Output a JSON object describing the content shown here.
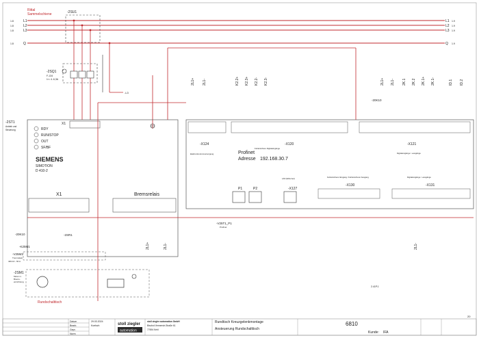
{
  "busbar": {
    "title1": "Rittal",
    "title2": "Sammelschiene",
    "l1": "L1",
    "l2": "L2",
    "l3": "L3",
    "q": "Q",
    "ref_left": "1.8",
    "ref_right": "1.9"
  },
  "q1": {
    "tag": "-2SU1"
  },
  "q2": {
    "tag": "-2SQ1",
    "spec1": "F-134",
    "spec2": "I>= 4..6,3A",
    "l3_ref": "-L3"
  },
  "drive": {
    "tag": "-2ST1",
    "sub1": "Antrieb und",
    "sub2": "Steuerung",
    "x1_top": "X1",
    "leds": [
      "RDY",
      "RUN/STOP",
      "OUT",
      "SF/BF"
    ],
    "brand": "SIEMENS",
    "model1": "SIMOTION",
    "model2": "D 410-2",
    "x1_bottom": "X1",
    "bremsrelais": "Bremsrelais"
  },
  "terminals": {
    "x124": "-X124",
    "x124_sub": "Elektronik-stromversorgung",
    "x120": "-X120",
    "x120_sub": "Fehlersichere Digitaleingänge",
    "x121": "-X121",
    "x121_sub": "Digitaleingänge / -ausgänge",
    "x130": "-X130",
    "x130_sub": "Fehlersicherer Eingang / Fehlersicherer Ausgang",
    "x131": "-X131",
    "x131_sub": "Digitaleingänge / -ausgänge",
    "x127": "-X127",
    "x127_sub": "LAN (Ethernet)",
    "p1": "P1",
    "p2": "P2"
  },
  "profinet": {
    "label1": "Profinet",
    "label2": "Adresse",
    "address": "192.168.30.7"
  },
  "signals_top": [
    "2L1+",
    "2L1-",
    "K2.2+",
    "K2.3+",
    "K2.2-",
    "K2.3-",
    "2L1+",
    "2L1-",
    "2K.1",
    "2K.2",
    "2K.1+",
    "2K.1-",
    "ID.1",
    "ID.2"
  ],
  "signals_bottom": [
    "2L1+",
    "2L1-",
    "2L1-"
  ],
  "k10_top": "-20K10",
  "lower": {
    "k10": "-20K10",
    "k25m1": "-K25M1",
    "r1": "-2SR1",
    "v25m1": "-V25M1",
    "v25m1_spec1": "Trennrelais",
    "v25m1_spec2": "400-10 - 60 A",
    "m1": "-2SM1",
    "m1_spec1": "Motor m.",
    "m1_spec2": "Brems-",
    "m1_spec3": "einrichtung",
    "rundschalttisch": "Rundschalttisch",
    "v25t1": "-V25T1_P1",
    "v25t1_sub": "Profinet",
    "port_note": "2.41P.1"
  },
  "titleblock": {
    "datum_lbl": "Datum",
    "datum": "29.03.2024",
    "bearb_lbl": "Bearb.",
    "bearb": "Koelsch",
    "gepr_lbl": "Gepr.",
    "norm_lbl": "Norm",
    "company_line1": "stoll ziegler automation GmbH",
    "company_line2": "Bischof-Vennerstr-Straße 61",
    "company_line3": "77694 Kehl",
    "logo_top": "stoll ziegler",
    "logo_bottom": "automation",
    "project1": "Rundtisch Kreuzgelenkmontage",
    "project2": "Ansteuerung Rundschalttisch",
    "number": "6810",
    "kunde_lbl": "Kunde:",
    "kunde": "IFA",
    "sheet": "20"
  }
}
